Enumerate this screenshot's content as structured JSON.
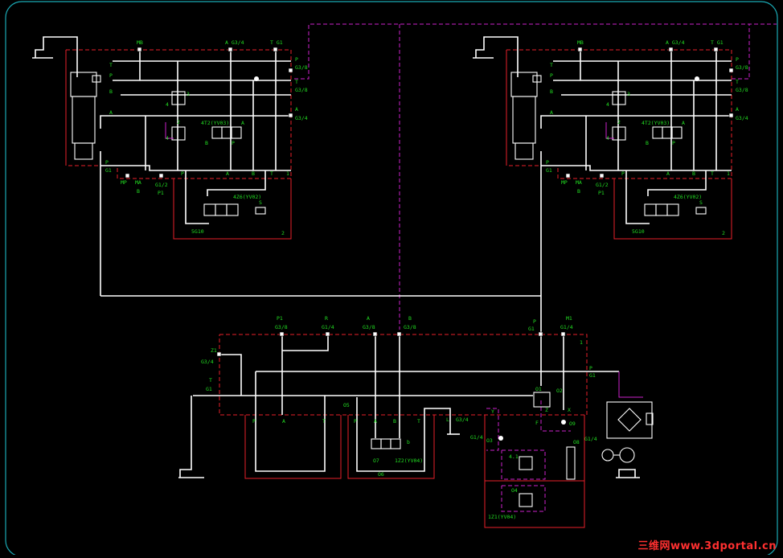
{
  "watermark": "三维网www.3dportal.cn",
  "colors": {
    "background": "#000000",
    "frame": "#1aa9b4",
    "pipe": "#ffffff",
    "block": "#e8202a",
    "pilot": "#cc22cc",
    "label": "#22dd22"
  },
  "units": [
    {
      "id": "left",
      "ports_top": [
        "MB",
        "A  G3/4",
        "T G1"
      ],
      "ports_side": [
        "T",
        "P",
        "B",
        "A"
      ],
      "ports_right": [
        "P",
        "G3/8",
        "T",
        "G3/8",
        "A",
        "G3/4"
      ],
      "valve_labels": [
        "3",
        "4",
        "2",
        "4",
        "4T2(YV03)",
        "B",
        "A",
        "P"
      ],
      "bottom_ports": [
        "P",
        "G1",
        "MP",
        "MA",
        "G1/2",
        "P",
        "A",
        "B",
        "T",
        "1",
        "B",
        "P1"
      ],
      "lower_valve": "4Z6(YV02)",
      "lower_block": "5G10",
      "lower_tag": "2",
      "solenoid": "S"
    },
    {
      "id": "right",
      "ports_top": [
        "MB",
        "A  G3/4",
        "T G1"
      ],
      "ports_side": [
        "T",
        "P",
        "B",
        "A"
      ],
      "ports_right": [
        "P",
        "G3/8",
        "T",
        "G3/8",
        "A",
        "G3/4"
      ],
      "valve_labels": [
        "3",
        "4",
        "2",
        "4",
        "4T2(YV03)",
        "B",
        "A",
        "P"
      ],
      "bottom_ports": [
        "P",
        "G1",
        "MP",
        "MA",
        "G1/2",
        "P",
        "A",
        "B",
        "T",
        "1",
        "B",
        "P1"
      ],
      "lower_valve": "4Z6(YV02)",
      "lower_block": "5G10",
      "lower_tag": "2",
      "solenoid": "S"
    }
  ],
  "central": {
    "ports_top": [
      "P1",
      "G3/8",
      "R",
      "G1/4",
      "A",
      "G3/8",
      "B",
      "G3/8",
      "P",
      "G1",
      "M1",
      "G1/4"
    ],
    "ports_left": [
      "Z1",
      "G3/4",
      "T",
      "G1"
    ],
    "right_labels": [
      "1",
      "P",
      "G1",
      "O2",
      "X",
      "O9",
      "O8",
      "G1/4",
      "Z",
      "O1"
    ],
    "block_labels": [
      "P",
      "A",
      "T",
      "P",
      "A",
      "B",
      "T",
      "L",
      "G3/4",
      "Y",
      "F"
    ],
    "valve_labels": [
      "O5",
      "b",
      "O7",
      "1Z2(YV04)",
      "O6",
      "O3",
      "G1/4",
      "O4",
      "1Z1(YV04)",
      "4.1"
    ]
  }
}
